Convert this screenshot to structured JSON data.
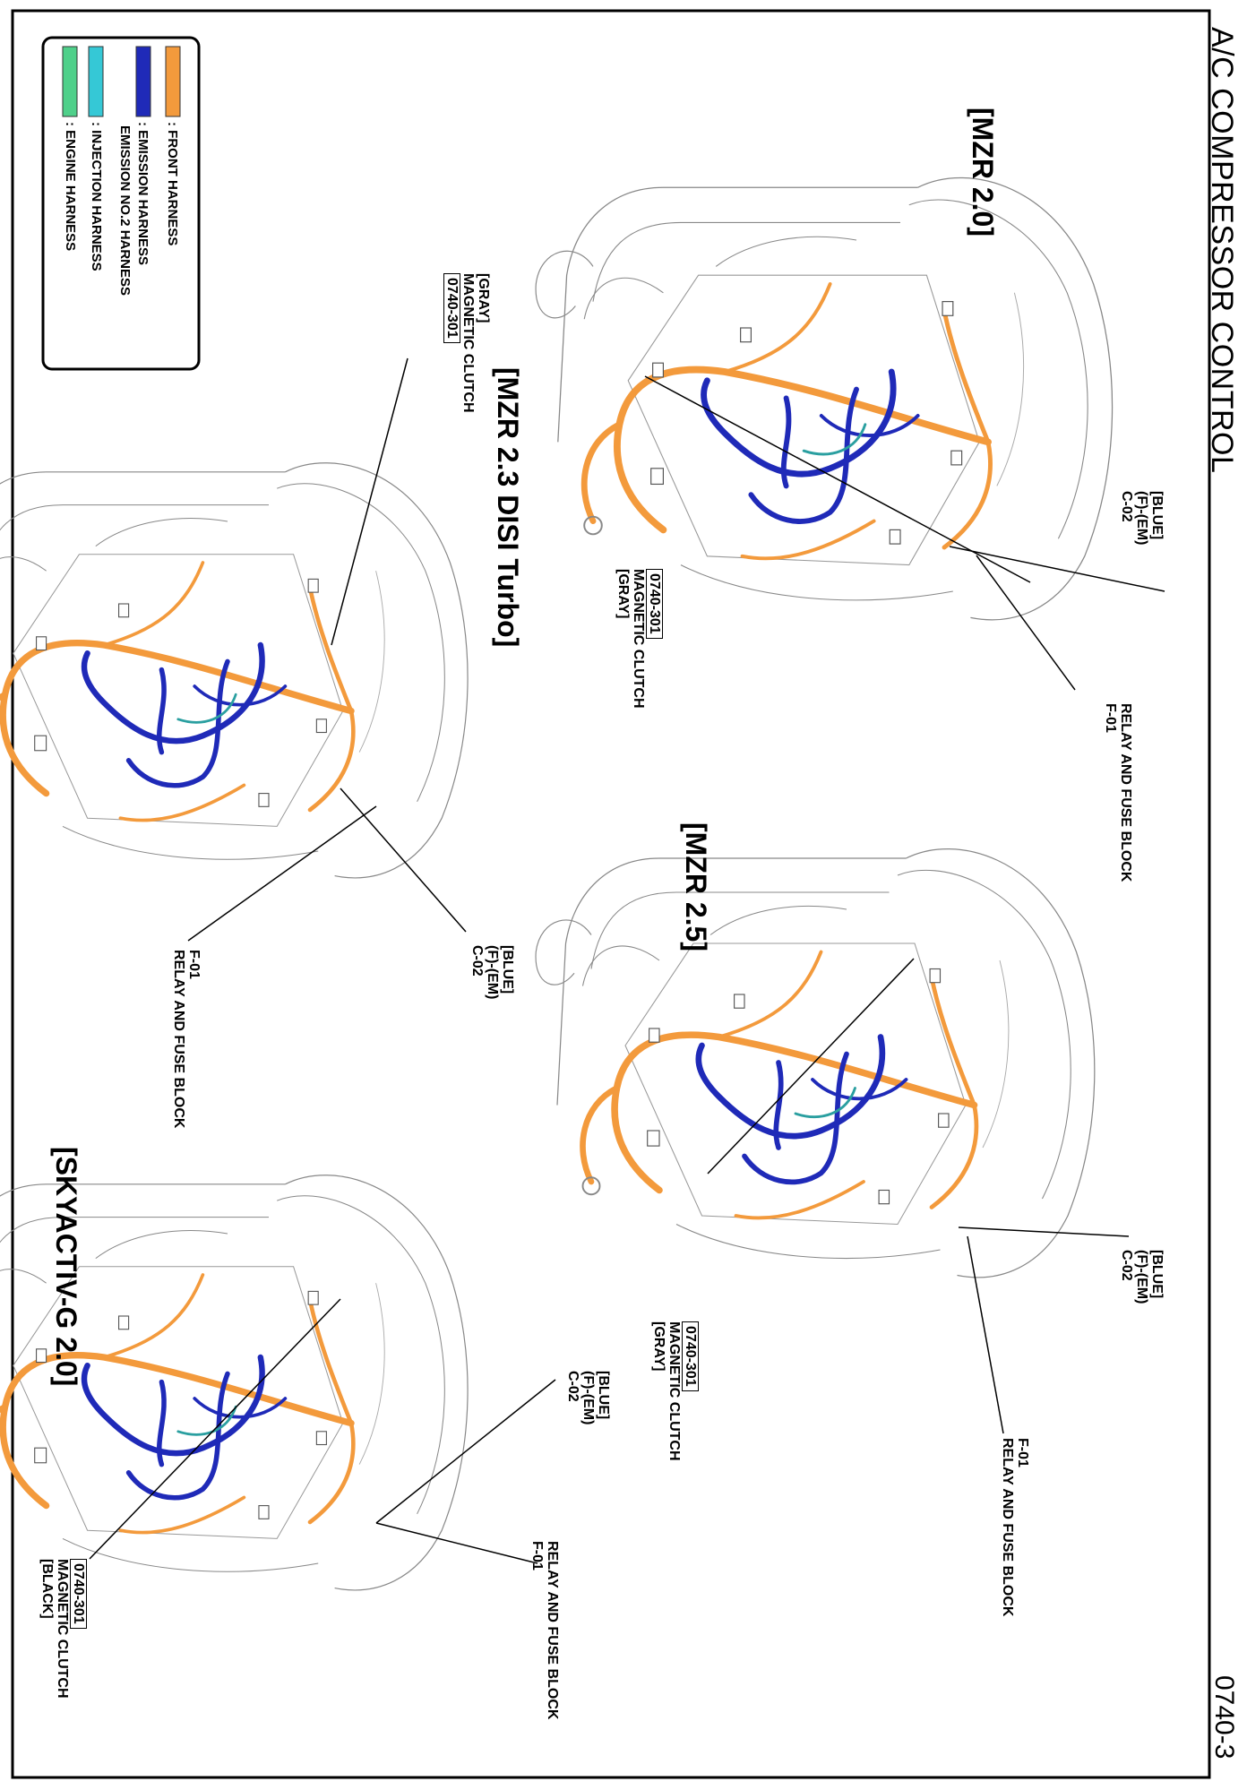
{
  "page": {
    "title": "A/C COMPRESSOR CONTROL",
    "doc_number": "0740-3"
  },
  "legend": {
    "items": [
      {
        "label": ": FRONT HARNESS",
        "color": "#f39a3c"
      },
      {
        "label": ": EMISSION HARNESS",
        "color": "#1f2ab8"
      },
      {
        "label": "EMISSION NO.2 HARNESS",
        "color": "#1f2ab8"
      },
      {
        "label": ": INJECTION HARNESS",
        "color": "#35c8d6"
      },
      {
        "label": ": ENGINE HARNESS",
        "color": "#4fd08a"
      }
    ]
  },
  "diagrams": [
    {
      "title": "[MZR 2.0]",
      "relay": {
        "code": "F-01",
        "label": "RELAY AND FUSE BLOCK"
      },
      "connector": {
        "color": "[BLUE]",
        "ref": "(F)-(EM)",
        "code": "C-02"
      },
      "clutch": {
        "ref": "0740-301",
        "label": "MAGNETIC CLUTCH",
        "color": "[GRAY]"
      }
    },
    {
      "title": "[MZR 2.3 DISI Turbo]",
      "relay": {
        "code": "F-01",
        "label": "RELAY AND FUSE BLOCK"
      },
      "connector": {
        "color": "[BLUE]",
        "ref": "(F)-(EM)",
        "code": "C-02"
      },
      "clutch": {
        "ref": "0740-301",
        "label": "MAGNETIC CLUTCH",
        "color": "[GRAY]"
      }
    },
    {
      "title": "[MZR 2.5]",
      "relay": {
        "code": "F-01",
        "label": "RELAY AND FUSE BLOCK"
      },
      "connector": {
        "color": "[BLUE]",
        "ref": "(F)-(EM)",
        "code": "C-02"
      },
      "clutch": {
        "ref": "0740-301",
        "label": "MAGNETIC CLUTCH",
        "color": "[GRAY]"
      }
    },
    {
      "title": "[SKYACTIV-G 2.0]",
      "relay": {
        "code": "F-01",
        "label": "RELAY AND FUSE BLOCK"
      },
      "connector": {
        "color": "[BLUE]",
        "ref": "(F)-(EM)",
        "code": "C-02"
      },
      "clutch": {
        "ref": "0740-301",
        "label": "MAGNETIC CLUTCH",
        "color": "[BLACK]"
      }
    }
  ]
}
